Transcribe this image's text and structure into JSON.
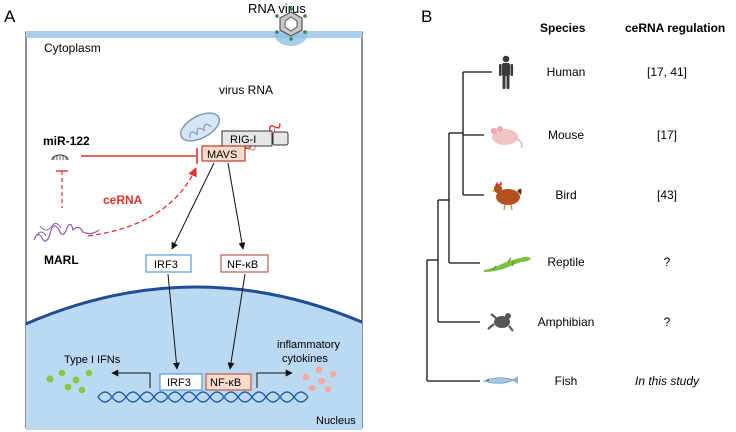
{
  "panel_a": {
    "letter": "A",
    "virus_label": "RNA virus",
    "cytoplasm_label": "Cytoplasm",
    "virus_rna_label": "virus RNA",
    "rigi_label": "RIG-I",
    "mavs_label": "MAVS",
    "mir_label": "miR-122",
    "cerna_label": "ceRNA",
    "marl_label": "MARL",
    "irf3_label": "IRF3",
    "nfkb_label": "NF-κB",
    "type1_label": "Type I IFNs",
    "inflammatory_label_line1": "inflammatory",
    "inflammatory_label_line2": "cytokines",
    "nucleus_label": "Nucleus",
    "colors": {
      "membrane": "#a9cdea",
      "nucleus_fill": "#bcd9f2",
      "nucleus_edge": "#1f4e96",
      "inhibit_red": "#e0322b",
      "mavs_fill": "#f7dccb",
      "mavs_edge": "#c0392b",
      "irf3_edge": "#4a90d9",
      "nfkb_edge": "#b5503f",
      "ifn_dots": "#8cc63f",
      "cytokine_dots": "#f4a9a0",
      "dna": "#1f5fa8"
    }
  },
  "panel_b": {
    "letter": "B",
    "header_species": "Species",
    "header_regulation": "ceRNA regulation",
    "rows": [
      {
        "species": "Human",
        "regulation": "[17, 41]",
        "icon": "human-icon"
      },
      {
        "species": "Mouse",
        "regulation": "[17]",
        "icon": "mouse-icon"
      },
      {
        "species": "Bird",
        "regulation": "[43]",
        "icon": "chicken-icon"
      },
      {
        "species": "Reptile",
        "regulation": "?",
        "icon": "lizard-icon"
      },
      {
        "species": "Amphibian",
        "regulation": "?",
        "icon": "frog-icon"
      },
      {
        "species": "Fish",
        "regulation": "In this study",
        "icon": "fish-icon"
      }
    ]
  }
}
